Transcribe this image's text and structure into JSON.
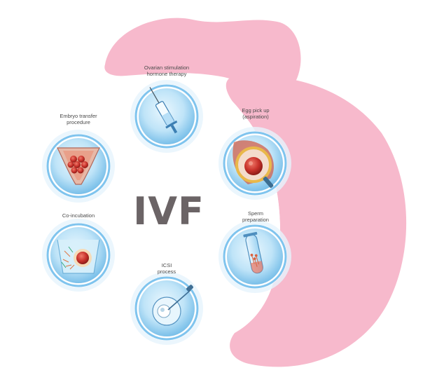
{
  "title": "IVF",
  "colors": {
    "background_shape": "#f7b9cc",
    "title": "#6b6466",
    "badge_ring_outer": "#d2ecfa",
    "badge_ring_inner": "#7fc4ee",
    "badge_fill": "#8ccdf2",
    "embryo_red": "#c8322b"
  },
  "steps": [
    {
      "id": "ovarian",
      "label": "Ovarian stimulation\nhormone therapy",
      "icon": "syringe-icon"
    },
    {
      "id": "egg",
      "label": "Egg pick up\n(aspiration)",
      "icon": "magnified-egg-icon"
    },
    {
      "id": "sperm",
      "label": "Sperm\npreparation",
      "icon": "test-tube-icon"
    },
    {
      "id": "icsi",
      "label": "ICSI\nprocess",
      "icon": "icsi-pipette-icon"
    },
    {
      "id": "coinc",
      "label": "Co-incubation",
      "icon": "egg-in-dish-icon"
    },
    {
      "id": "embryo",
      "label": "Embryo transfer\nprocedure",
      "icon": "uterus-embryo-icon"
    }
  ]
}
